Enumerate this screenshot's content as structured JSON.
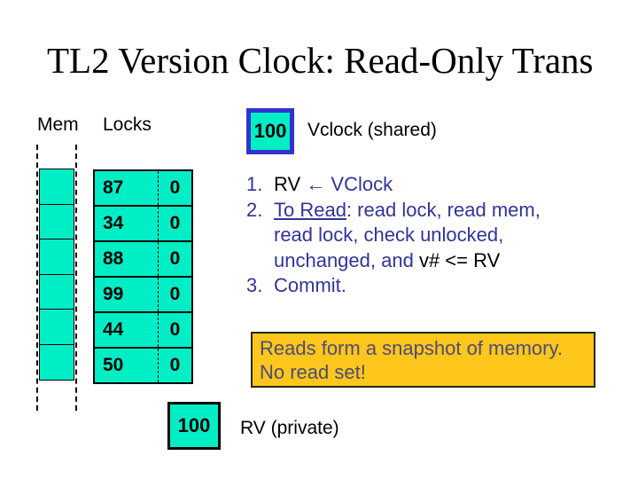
{
  "title": "TL2 Version Clock: Read-Only Trans",
  "memory": {
    "mem_label": "Mem",
    "locks_label": "Locks",
    "mem_cell_count": 6,
    "locks_rows": [
      {
        "version": "87",
        "lock": "0"
      },
      {
        "version": "34",
        "lock": "0"
      },
      {
        "version": "88",
        "lock": "0"
      },
      {
        "version": "99",
        "lock": "0"
      },
      {
        "version": "44",
        "lock": "0"
      },
      {
        "version": "50",
        "lock": "0"
      }
    ]
  },
  "vclock": {
    "value": "100",
    "label": "Vclock (shared)"
  },
  "rv": {
    "value": "100",
    "label": "RV (private)"
  },
  "steps": [
    {
      "num": "1.",
      "seg_black": "RV",
      "seg_rest": " ← VClock"
    },
    {
      "num": "2.",
      "link": "To Read",
      "seg1": ": read lock, read mem,",
      "seg2": "read lock, check unlocked,",
      "seg3": "unchanged, and ",
      "seg4": "v# <= RV"
    },
    {
      "num": "3.",
      "text": "Commit."
    }
  ],
  "callout": {
    "line1": "Reads form a snapshot of memory.",
    "line2": "No read set!"
  },
  "colors": {
    "cell_teal": "#00EEC6",
    "vclock_border_blue": "#3333CC",
    "list_navy": "#333399",
    "callout_yellow": "#FFC61C",
    "callout_text": "#4C4C78",
    "title_black": "#000000"
  }
}
